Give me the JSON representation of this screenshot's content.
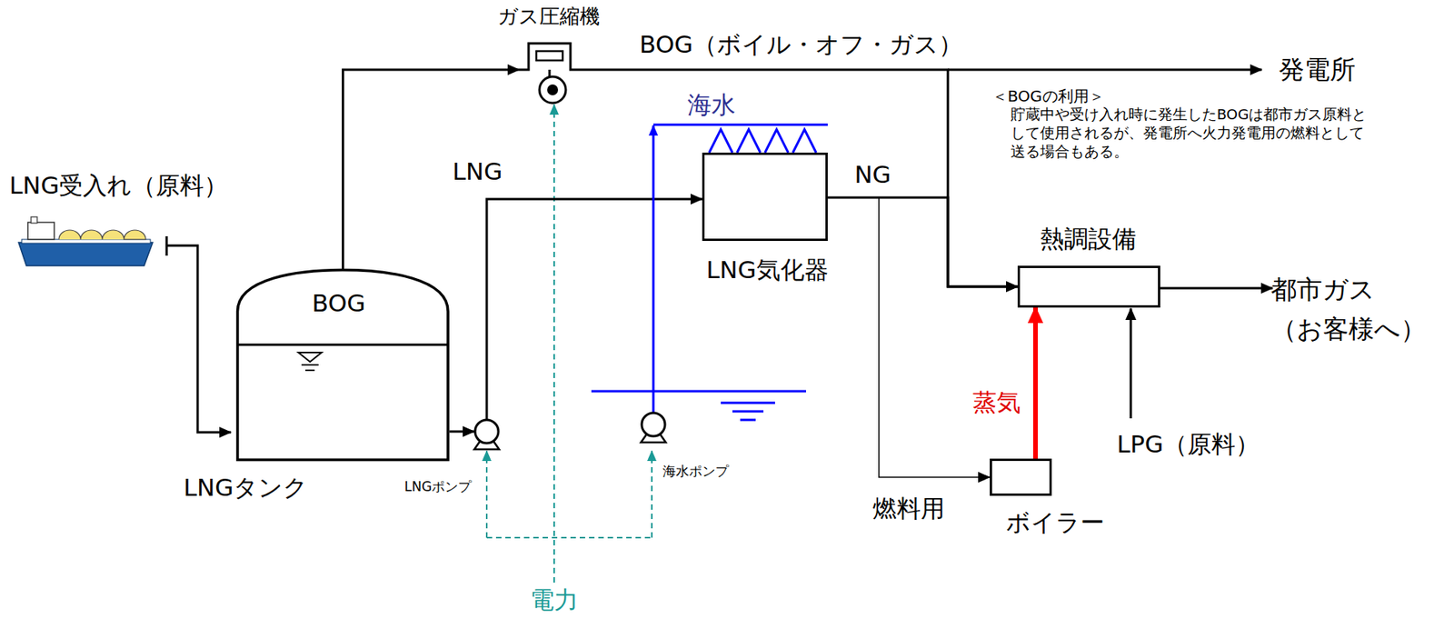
{
  "diagram": {
    "nodes": [
      {
        "text": [
          "ガス圧縮機"
        ]
      },
      {
        "text": [
          "BOG",
          "LNGタンク"
        ]
      },
      {
        "text": [
          "LNG気化器"
        ]
      },
      {
        "text": [
          "熱調設備"
        ]
      },
      {
        "text": [
          "LNGポンプ"
        ]
      },
      {
        "text": [
          "海水ポンプ"
        ]
      },
      {
        "text": [
          "ボイラー"
        ]
      }
    ],
    "edges": [
      {
        "from": 1,
        "to": 0,
        "arrow": "to"
      },
      {
        "from": 0,
        "to": 3,
        "arrow": "to"
      },
      {
        "from": 1,
        "to": 4,
        "arrow": "to"
      },
      {
        "from": 4,
        "to": 2,
        "label": "LNG",
        "arrow": "to"
      },
      {
        "from": 5,
        "to": 2,
        "label": "海水",
        "arrow": "to"
      },
      {
        "from": 2,
        "to": 3,
        "label": "NG",
        "arrow": "to"
      },
      {
        "from": 2,
        "to": 6,
        "label": "燃料用",
        "arrow": "to"
      },
      {
        "from": 6,
        "to": 3,
        "label": "蒸気",
        "arrow": "to"
      }
    ],
    "labels": [
      "LNG受入れ（原料）",
      "BOG（ボイル・オフ・ガス）",
      "発電所",
      "＜BOGの利用＞",
      "貯蔵中や受け入れ時に発生したBOGは都市ガス原料として使用されるが、発電所へ火力発電用の燃料として送る場合もある。",
      "都市ガス （お客様へ）",
      "LPG（原料）",
      "電力"
    ]
  }
}
